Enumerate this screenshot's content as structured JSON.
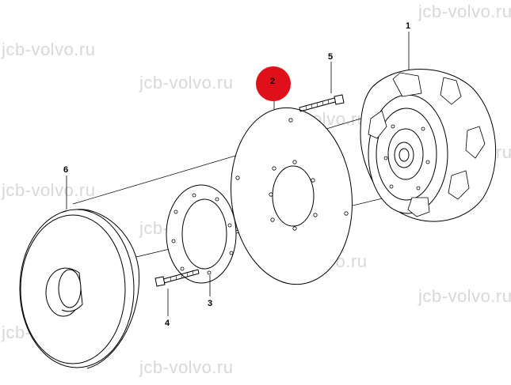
{
  "watermark": {
    "text": "jcb-volvo.ru",
    "color": "#d8d8d8"
  },
  "callouts": {
    "part_1": "1",
    "part_2": "2",
    "part_3": "3",
    "part_4": "4",
    "part_5": "5",
    "part_6": "6"
  },
  "highlight": {
    "part": "2",
    "color": "#e0101a"
  }
}
